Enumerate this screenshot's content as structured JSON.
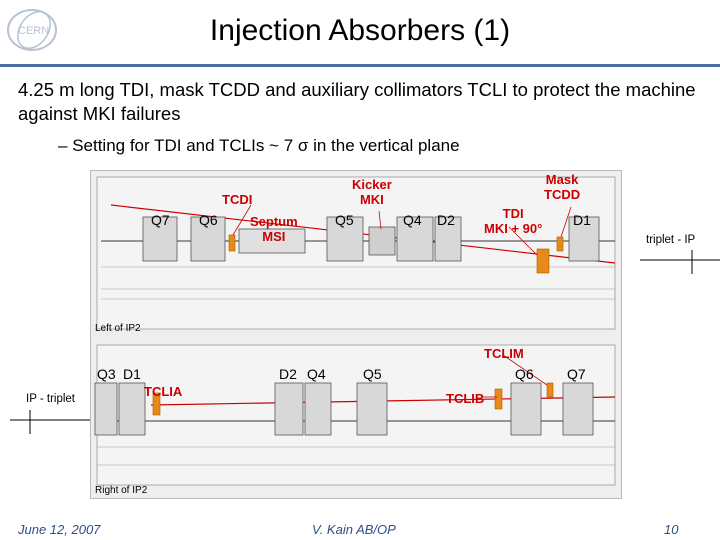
{
  "title": "Injection Absorbers (1)",
  "bullet1": "4.25 m long TDI, mask TCDD and auxiliary collimators TCLI to protect the machine against MKI failures",
  "bullet2": "Setting for TDI and TCLIs ~ 7 σ in the vertical plane",
  "top_diagram": {
    "elements": [
      "Q7",
      "Q6",
      "Q5",
      "Q4",
      "D2",
      "D1"
    ],
    "annotations": {
      "tcdi": "TCDI",
      "septum_1": "Septum",
      "septum_2": "MSI",
      "kicker_1": "Kicker",
      "kicker_2": "MKI",
      "tdi_1": "TDI",
      "tdi_2": "MKI + 90°",
      "mask_1": "Mask",
      "mask_2": "TCDD"
    },
    "side_label": "triplet - IP",
    "corner_label": "Left of IP2"
  },
  "bottom_diagram": {
    "elements": [
      "Q3",
      "D1",
      "D2",
      "Q4",
      "Q5",
      "Q6",
      "Q7"
    ],
    "annotations": {
      "tcliam": "TCLIM",
      "tclia": "TCLIA",
      "tclib": "TCLIB"
    },
    "side_label": "IP - triplet",
    "corner_label": "Right of IP2"
  },
  "footer": {
    "date": "June 12, 2007",
    "author": "V. Kain AB/OP",
    "page": "10"
  },
  "colors": {
    "rule": "#4a6f9e",
    "annotation": "#cc0000",
    "footer": "#2c4f86",
    "absorber": "#e88a1a"
  }
}
